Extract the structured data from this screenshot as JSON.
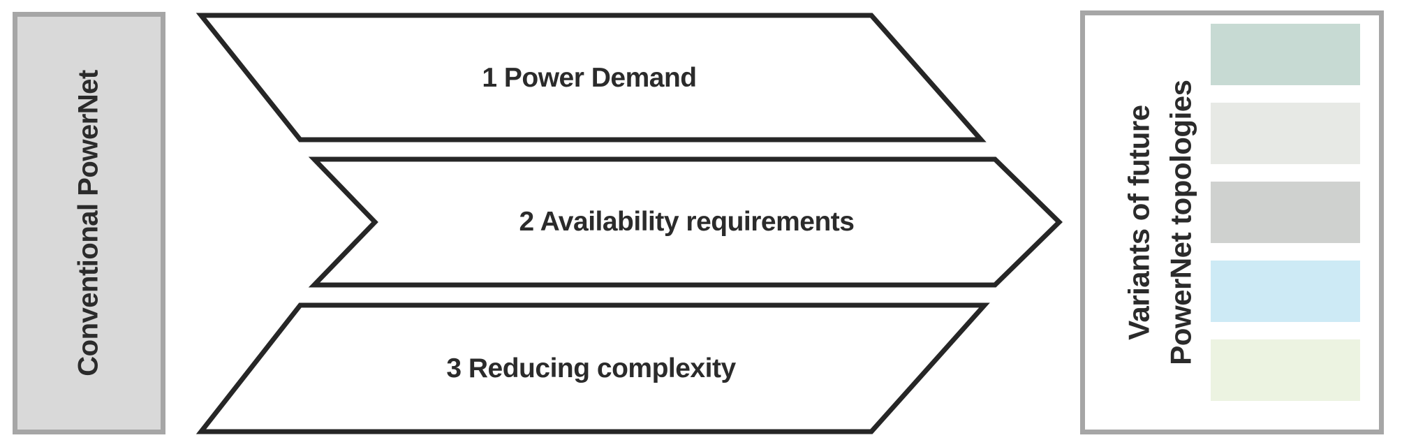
{
  "left_box": {
    "label": "Conventional PowerNet"
  },
  "arrows": [
    {
      "label": "1 Power Demand"
    },
    {
      "label": "2 Availability requirements"
    },
    {
      "label": "3 Reducing complexity"
    }
  ],
  "right_box": {
    "label_line1": "Variants of future",
    "label_line2": "PowerNet topologies",
    "swatches": [
      {
        "name": "sage-green",
        "color": "#c7dad3"
      },
      {
        "name": "light-gray-green",
        "color": "#e7e9e5"
      },
      {
        "name": "gray",
        "color": "#cfd1cf"
      },
      {
        "name": "light-blue",
        "color": "#cdeaf5"
      },
      {
        "name": "pale-green",
        "color": "#ecf3e1"
      }
    ]
  },
  "colors": {
    "arrow_outline": "#262626",
    "arrow_fill": "#ffffff",
    "text": "#2b2b2b",
    "box_border": "#a6a6a6",
    "left_box_fill": "#d9d9d9"
  }
}
